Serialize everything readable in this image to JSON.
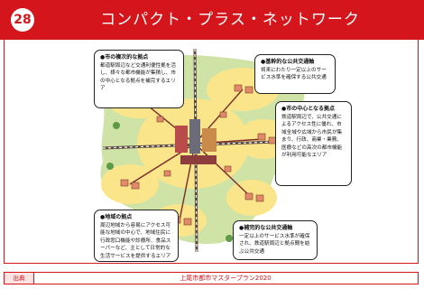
{
  "header": {
    "number": "28",
    "title": "コンパクト・プラス・ネットワーク"
  },
  "callouts": {
    "city_life_hub": {
      "heading": "●市の複次的な拠点",
      "body": "都道駅周辺など交通利便性拠を活し、様々な都市機能が集積し、市の中心となる拠点を補完するエリア"
    },
    "main_transit": {
      "heading": "●基幹的な公共交通軸",
      "body": "将来にわたり一定以上のサービス水準を確保する公共交通"
    },
    "city_center": {
      "heading": "●市の中心となる拠点",
      "body": "鉄道駅周辺で、公共交通によるアクセス性に優れ、市域全域や広域から市民が集まり、行政、商業・業務、医療などの高次の都市機能が利用可能なエリア"
    },
    "community_hub": {
      "heading": "●地域の拠点",
      "body": "周辺地域から容易にアクセス可能な地域の中心で、地域住民に行政窓口機能や診療所、食品スーパーなど、主として日常的な生活サービスを提供するエリア"
    },
    "regional_transit": {
      "heading": "●補完的な公共交通軸",
      "body": "一定以上のサービス水準が確保され、鉄道駅周辺と拠点間を結ぶ公共交通"
    }
  },
  "footer": {
    "label": "出典",
    "source": "上尾市都市マスタープラン2020"
  },
  "colors": {
    "accent": "#d4161c",
    "urban_area": "#cfe3a6",
    "hub_zone": "#fbe58a",
    "rail_line": "#5b4a3f"
  }
}
